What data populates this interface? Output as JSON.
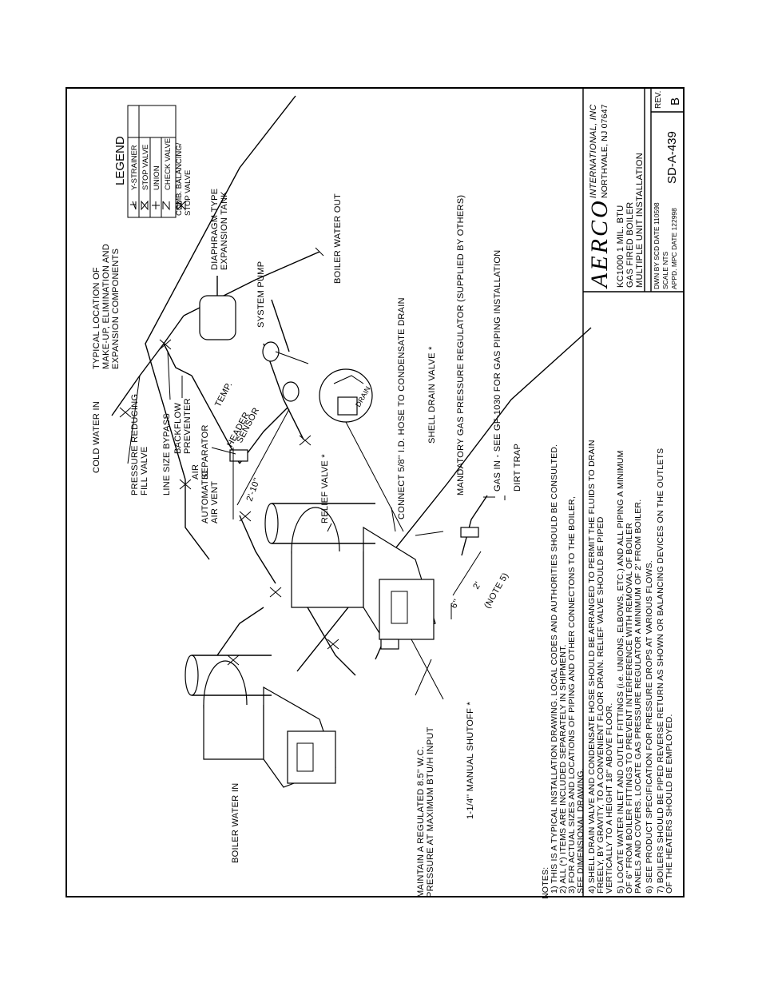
{
  "labels": {
    "boiler_water_in": "BOILER WATER IN",
    "maintain_1": "MAINTAIN A REGULATED 8.5'' W.C.",
    "maintain_2": "PRESSURE AT MAXIMUM BTU/H INPUT",
    "manual_shutoff": "1-1/4'' MANUAL SHUTOFF *",
    "pressure_reducing_1": "PRESSURE REDUCING",
    "pressure_reducing_2": "FILL VALVE",
    "line_size_bypass": "LINE SIZE BYPASS",
    "backflow_1": "BACKFLOW",
    "backflow_2": "PREVENTER",
    "cold_water_in": "COLD WATER IN",
    "typical_1": "TYPICAL LOCATION OF",
    "typical_2": "MAKE-UP, ELIMINATION AND",
    "typical_3": "EXPANSION COMPONENTS",
    "diaphragm_1": "DIAPHRAGM TYPE",
    "diaphragm_2": "EXPANSION TANK",
    "automatic_1": "AUTOMATIC",
    "automatic_2": "AIR VENT",
    "air_sep_1": "AIR",
    "air_sep_2": "SEPARATOR",
    "header_1": "HEADER",
    "header_2": "TEMP.",
    "header_3": "SENSOR",
    "dim_2_10": "2'-10''",
    "system_pump": "SYSTEM PUMP",
    "boiler_water_out": "BOILER WATER OUT",
    "relief_valve": "RELIEF VALVE *",
    "shell_drain": "SHELL DRAIN VALVE *",
    "connect_hose": "CONNECT 5/8'' I.D. HOSE TO CONDENSATE DRAIN",
    "mandatory_regulator": "MANDATORY GAS PRESSURE REGULATOR (SUPPLIED BY OTHERS)",
    "gas_in": "GAS IN  -  SEE GF-1030 FOR GAS PIPING INSTALLATION",
    "dirt_trap": "DIRT TRAP",
    "drain": "DRAIN",
    "dim_6": "6''",
    "dim_2": "2'",
    "note5": "(NOTE 5)"
  },
  "notes": {
    "title": "NOTES:",
    "lines": [
      "1)  THIS IS A TYPICAL INSTALLATION DRAWING.  LOCAL CODES AND AUTHORITIES SHOULD BE CONSULTED.",
      "2)  ALL (*) ITEMS ARE INCLUDED SEPARATELY IN SHIPMENT.",
      "3)  FOR ACTUAL SIZES AND LOCATIONS OF PIPING AND OTHER CONNECTONS TO THE BOILER,",
      "      SEE DIMENSIONAL DRAWING.",
      "4)  SHELL DRAIN VALVE AND CONDENSATE HOSE SHOULD BE ARRANGED TO PERMIT THE FLUIDS TO DRAIN",
      "      FREELY, BY GRAVITY, TO A CONVENIENT FLOOR DRAIN. RELIEF VALVE SHOULD BE PIPED",
      "      VERTICALLY TO A HEIGHT 18'' ABOVE FLOOR.",
      "5)  LOCATE WATER INLET AND OUTLET FITTINGS (i.e. UNIONS, ELBOWS, ETC.) AND ALL PIPING A MINIMUM",
      "      OF 6'' FROM BOILER FITTINGS TO PREVENT INTERFERENCE WITH REMOVAL OF BOILER",
      "      PANELS AND COVERS.  LOCATE GAS PRESSURE REGULATOR A MINIMUM OF 2' FROM BOILER.",
      "6)  SEE PRODUCT SPECIFICATION FOR PRESSURE DROPS AT VARIOUS FLOWS.",
      "7)  BOILERS SHOULD BE PIPED REVERSE RETURN AS SHOWN OR BALANCING DEVICES ON THE OUTLETS",
      "      OF THE HEATERS SHOULD BE EMPLOYED."
    ]
  },
  "legend": {
    "title": "LEGEND",
    "items": [
      "Y-STRAINER",
      "STOP VALVE",
      "UNION",
      "CHECK VALVE",
      "COMB. BALANCING/",
      "STOP VALVE"
    ]
  },
  "title_block": {
    "company": "AERCO",
    "company_sub": "INTERNATIONAL, INC",
    "city": "NORTHVALE, NJ   07647",
    "title_1": "KC1000 1 MIL. BTU",
    "title_2": "GAS FIRED BOILER",
    "title_3": "MULTIPLE UNIT INSTALLATION",
    "dwn_by": "DWN BY  SCD  DATE  110598",
    "scale": "SCALE    NTS",
    "appd": "APPD.   MPC  DATE  122998",
    "dwg_no": "SD-A-439",
    "rev_label": "REV.",
    "rev": "B"
  }
}
